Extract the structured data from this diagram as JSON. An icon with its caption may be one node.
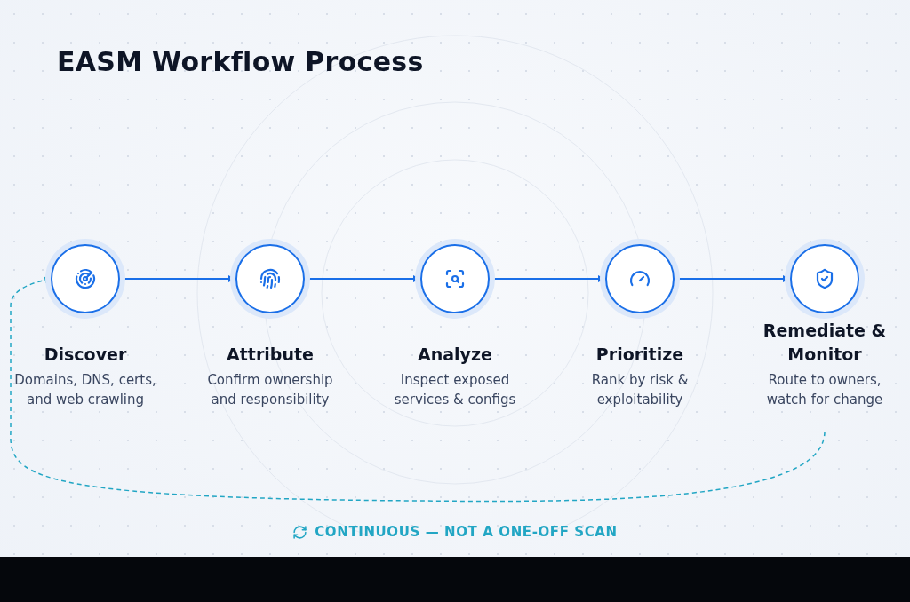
{
  "diagram": {
    "title": "EASM Workflow Process",
    "nodes": [
      {
        "text": [
          "Discover",
          "Domains, DNS, certs, and web crawling"
        ]
      },
      {
        "text": [
          "Attribute",
          "Confirm ownership and responsibility"
        ]
      },
      {
        "text": [
          "Analyze",
          "Inspect exposed services & configs"
        ]
      },
      {
        "text": [
          "Prioritize",
          "Rank by risk & exploitability"
        ]
      },
      {
        "text": [
          "Remediate & Monitor",
          "Route to owners, watch for change"
        ]
      }
    ],
    "edges": [
      {
        "from": 0,
        "to": 1,
        "arrow": "to"
      },
      {
        "from": 1,
        "to": 2,
        "arrow": "to"
      },
      {
        "from": 2,
        "to": 3,
        "arrow": "to"
      },
      {
        "from": 3,
        "to": 4,
        "arrow": "to"
      },
      {
        "from": 4,
        "to": 0,
        "arrow": "to",
        "style": "dashed",
        "color": "#22a6c4"
      }
    ],
    "labels": [
      "CONTINUOUS — NOT A ONE-OFF SCAN"
    ]
  }
}
